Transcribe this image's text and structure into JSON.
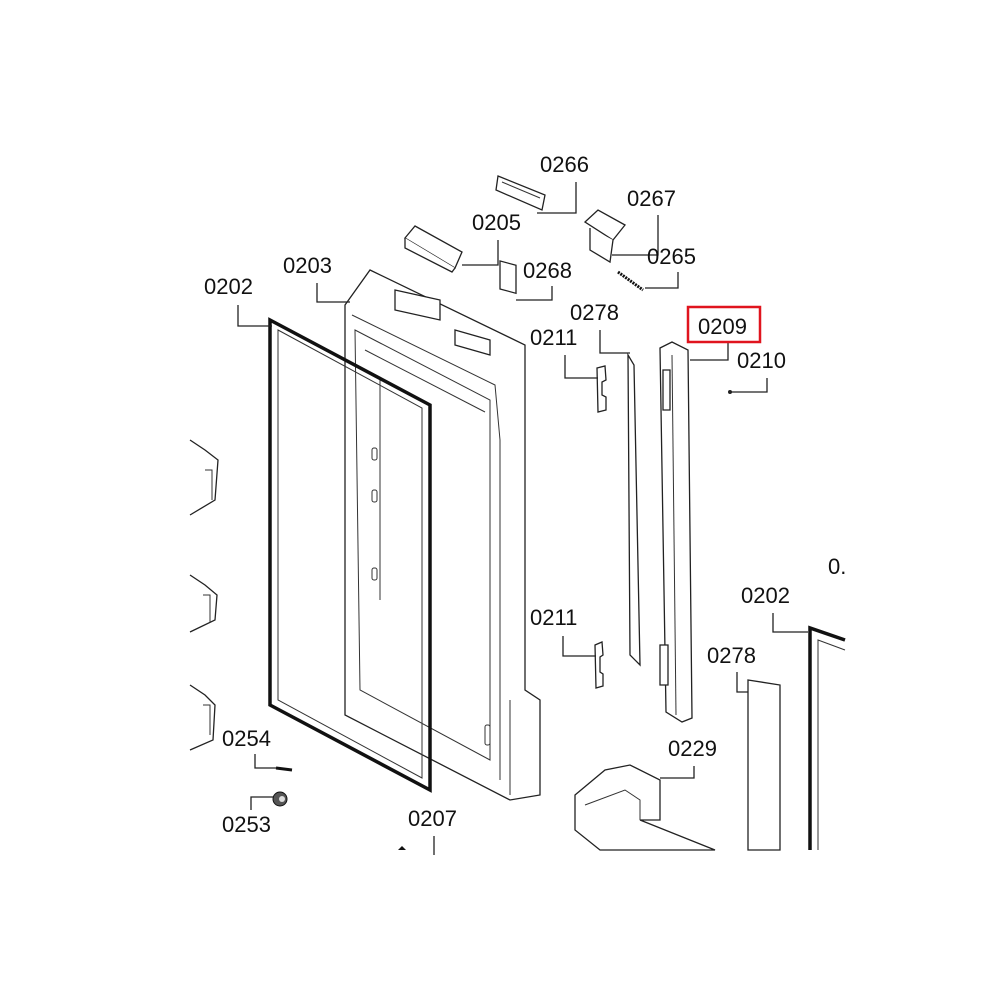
{
  "diagram": {
    "labels": {
      "p0266": "0266",
      "p0267": "0267",
      "p0205": "0205",
      "p0265": "0265",
      "p0268": "0268",
      "p0203": "0203",
      "p0202_left": "0202",
      "p0278_top": "0278",
      "p0211_top": "0211",
      "p0209": "0209",
      "p0210": "0210",
      "p0211_bottom": "0211",
      "p0202_right": "0202",
      "p0278_right": "0278",
      "p0229": "0229",
      "p0254": "0254",
      "p0253": "0253",
      "p0207": "0207",
      "cut_off": "0."
    },
    "highlight": {
      "part": "0209",
      "color": "#e0141e"
    }
  }
}
